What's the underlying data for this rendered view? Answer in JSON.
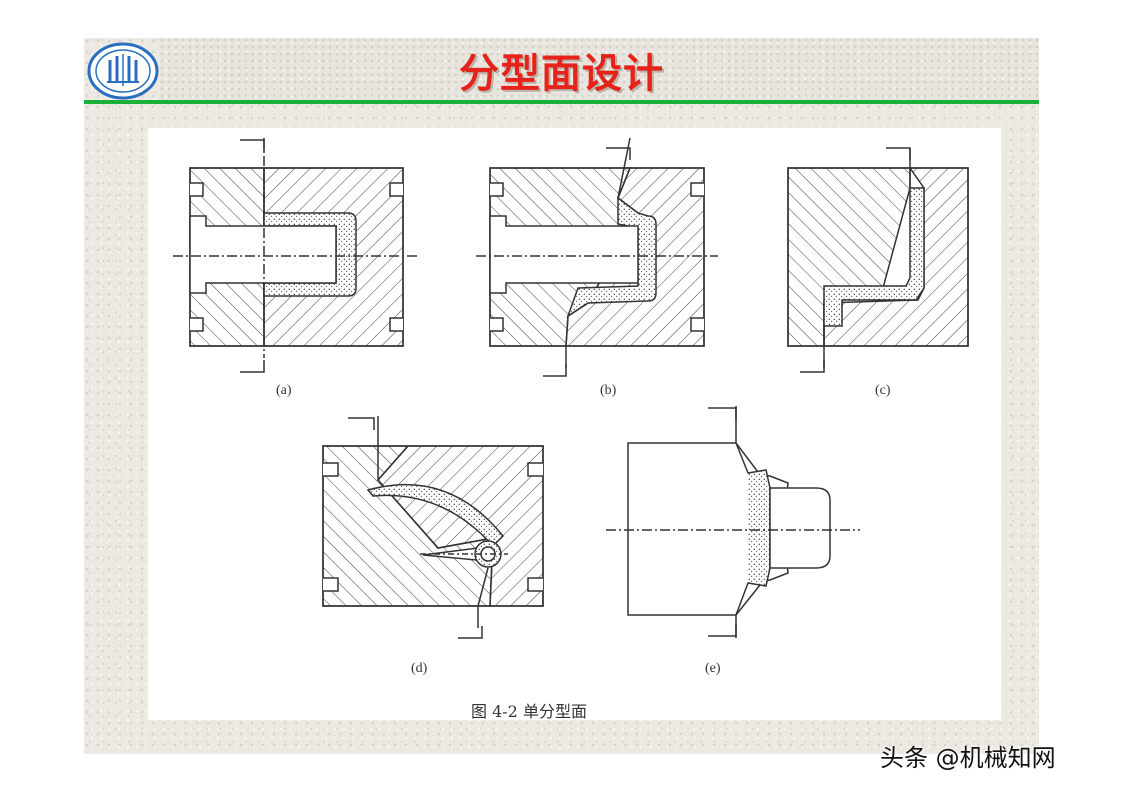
{
  "slide": {
    "title": "分型面设计"
  },
  "figure": {
    "panel_labels": [
      "(a)",
      "(b)",
      "(c)",
      "(d)",
      "(e)"
    ],
    "caption": "图 4-2   单分型面"
  },
  "watermark": {
    "text": "头条 @机械知网"
  },
  "colors": {
    "title_red": "#e6221a",
    "rule_green": "#19b13a",
    "logo_blue": "#2a6fbf"
  }
}
